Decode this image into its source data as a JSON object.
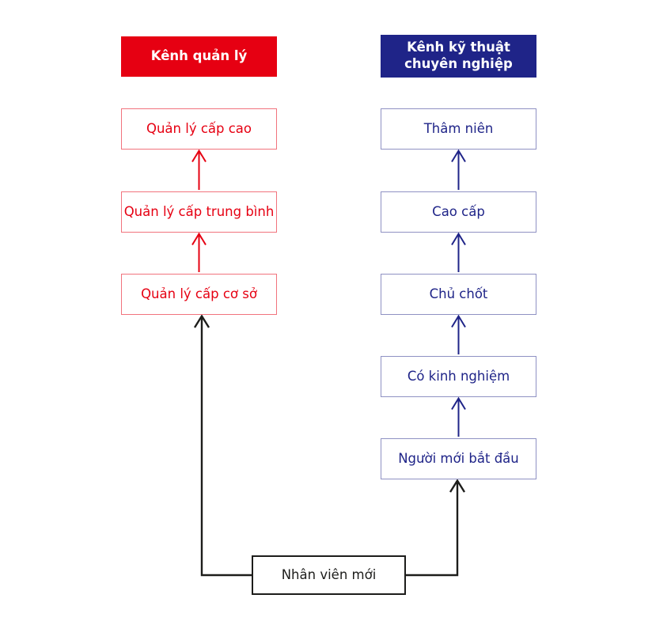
{
  "colors": {
    "red": "#e60012",
    "navy": "#1f2488",
    "black": "#1d1d1b",
    "background": "#ffffff"
  },
  "management_channel": {
    "header": "Kênh quản lý",
    "levels": [
      "Quản lý cấp cao",
      "Quản lý cấp trung bình",
      "Quản lý cấp cơ sở"
    ]
  },
  "technical_channel": {
    "header": "Kênh kỹ thuật chuyên nghiệp",
    "levels": [
      "Thâm niên",
      "Cao cấp",
      "Chủ chốt",
      "Có kinh nghiệm",
      "Người mới bắt đầu"
    ]
  },
  "entry": {
    "label": "Nhân viên mới"
  }
}
